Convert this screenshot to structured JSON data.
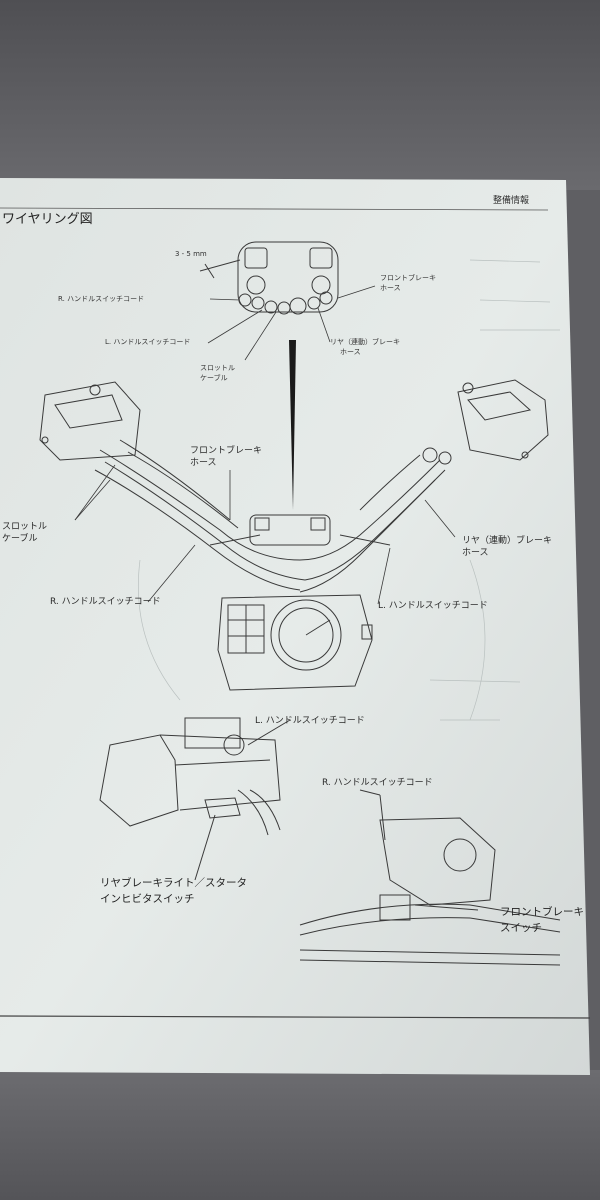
{
  "header": {
    "section": "整備情報",
    "title": "ワイヤリング図"
  },
  "top_diagram": {
    "dimension": "3 - 5 mm",
    "front_brake_hose": [
      "フロントブレーキ",
      "ホース"
    ],
    "r_switch_cord": "R. ハンドルスイッチコード",
    "l_switch_cord": "L. ハンドルスイッチコード",
    "rear_brake_hose": "リヤ（連動）ブレーキ",
    "rear_brake_hose_2": "ホース",
    "throttle_cable": [
      "スロットル",
      "ケーブル"
    ]
  },
  "middle_diagram": {
    "throttle_cable": [
      "スロットル",
      "ケーブル"
    ],
    "front_brake_hose": [
      "フロントブレーキ",
      "ホース"
    ],
    "rear_brake_hose": [
      "リヤ（連動）ブレーキ",
      "ホース"
    ],
    "r_switch_cord": "R. ハンドルスイッチコード",
    "l_switch_cord": "L. ハンドルスイッチコード"
  },
  "bottom_left": {
    "l_switch_cord": "L. ハンドルスイッチコード",
    "rear_brake_switch": [
      "リヤブレーキライト／スタータ",
      "インヒビタスイッチ"
    ]
  },
  "bottom_right": {
    "r_switch_cord": "R. ハンドルスイッチコード",
    "front_brake_switch": [
      "フロントブレーキ",
      "スイッチ"
    ]
  }
}
